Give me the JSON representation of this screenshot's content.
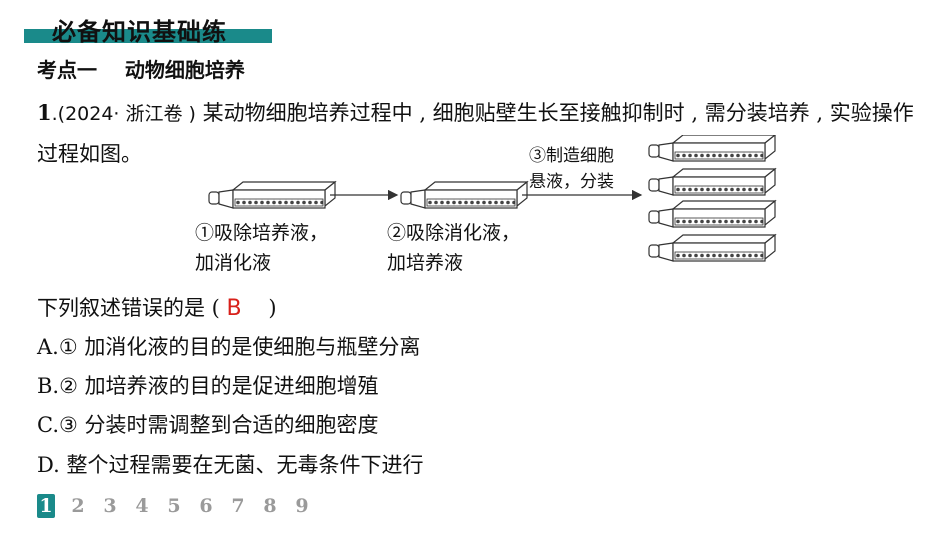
{
  "header": {
    "section_title": "必备知识基础练"
  },
  "topic": {
    "label": "考点一",
    "name": "动物细胞培养"
  },
  "question": {
    "number": "1",
    "source": ".(2024· 浙江卷 )",
    "stem": " 某动物细胞培养过程中 , 细胞贴壁生长至接触抑制时 , 需分装培养 , 实验操作过程如图。",
    "diagram": {
      "step1_line1": "①吸除培养液，",
      "step1_line2": "加消化液",
      "step2_line1": "②吸除消化液，",
      "step2_line2": "加培养液",
      "step3_line1": "③制造细胞",
      "step3_line2": "悬液，分装"
    },
    "prompt_before": "下列叙述错误的是 ( ",
    "answer": "B",
    "prompt_after": "    )",
    "options": [
      {
        "text": "A.① 加消化液的目的是使细胞与瓶壁分离"
      },
      {
        "text": "B.② 加培养液的目的是促进细胞增殖"
      },
      {
        "text": "C.③ 分装时需调整到合适的细胞密度"
      },
      {
        "text": "D. 整个过程需要在无菌、无毒条件下进行"
      }
    ]
  },
  "pagination": {
    "pages": [
      "1",
      "2",
      "3",
      "4",
      "5",
      "6",
      "7",
      "8",
      "9"
    ],
    "current": "1"
  },
  "colors": {
    "accent": "#1a8a8a",
    "answer": "#d8201a"
  }
}
